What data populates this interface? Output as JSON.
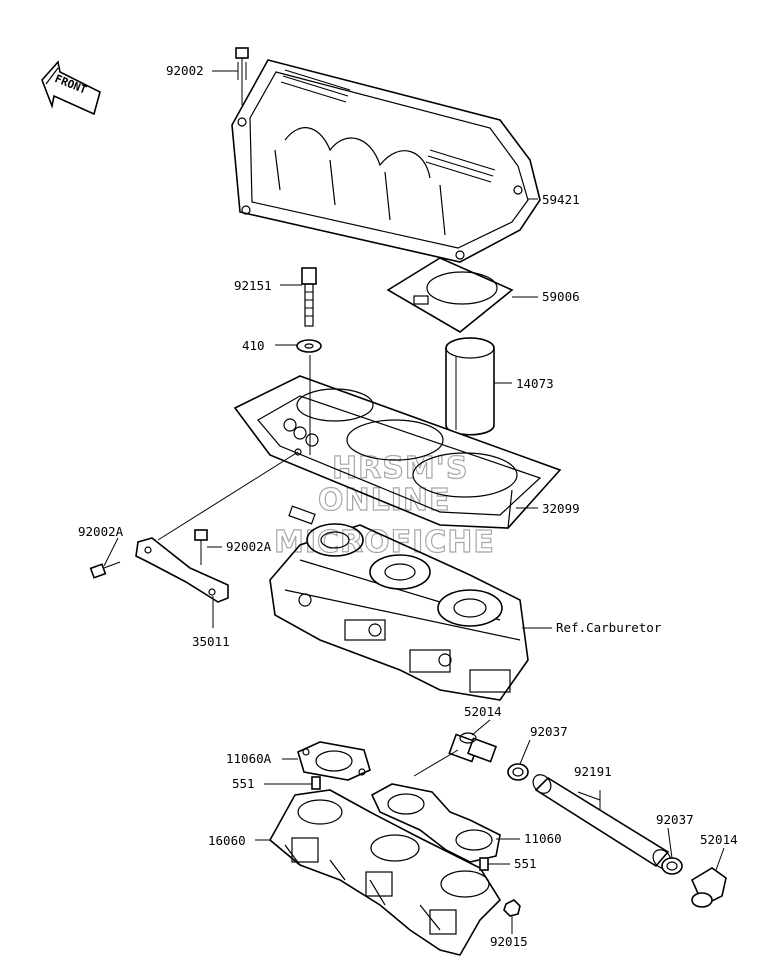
{
  "watermark": {
    "line1": "HRSM'S",
    "line2": "ONLINE",
    "line3": "MICROFICHE"
  },
  "front_arrow": {
    "label": "FRONT"
  },
  "labels": {
    "l_92002": "92002",
    "l_59421": "59421",
    "l_92151": "92151",
    "l_59006": "59006",
    "l_410": "410",
    "l_14073": "14073",
    "l_32099": "32099",
    "l_92002A_left": "92002A",
    "l_92002A_right": "92002A",
    "l_35011": "35011",
    "l_ref_carb": "Ref.Carburetor",
    "l_52014_top": "52014",
    "l_92037_top": "92037",
    "l_11060A": "11060A",
    "l_551_top": "551",
    "l_92191": "92191",
    "l_16060": "16060",
    "l_11060": "11060",
    "l_92037_right": "92037",
    "l_52014_right": "52014",
    "l_551_bottom": "551",
    "l_92015": "92015"
  }
}
